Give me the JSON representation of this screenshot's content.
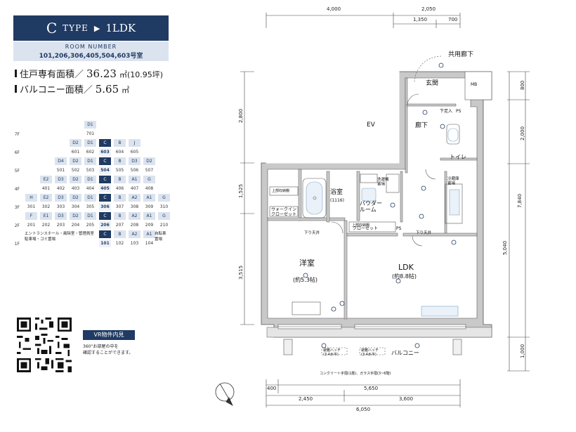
{
  "header": {
    "type_letter": "C",
    "type_word": "TYPE",
    "arrow": "▶",
    "plan_type": "1LDK",
    "room_number_label": "ROOM NUMBER",
    "room_numbers": "101,206,306,405,504,603号室"
  },
  "areas": {
    "private_label": "住戸専有面積／",
    "private_value": "36.23",
    "private_unit": "㎡(10.95坪)",
    "balcony_label": "バルコニー面積／",
    "balcony_value": "5.65",
    "balcony_unit": "㎡"
  },
  "floor_chart": {
    "floors": [
      "7F",
      "6F",
      "5F",
      "4F",
      "3F",
      "2F",
      "1F"
    ],
    "rows": [
      {
        "floor": "7F",
        "types": [
          "D1"
        ],
        "nums": [
          "701"
        ],
        "hl": [
          false
        ]
      },
      {
        "floor": "6F",
        "types": [
          "D2",
          "D1",
          "C",
          "B",
          "J"
        ],
        "nums": [
          "601",
          "602",
          "603",
          "604",
          "605"
        ],
        "hl": [
          false,
          false,
          true,
          false,
          false
        ]
      },
      {
        "floor": "5F",
        "types": [
          "D4",
          "D2",
          "D1",
          "C",
          "B",
          "D3",
          "D2"
        ],
        "nums": [
          "501",
          "502",
          "503",
          "504",
          "505",
          "506",
          "507"
        ],
        "hl": [
          false,
          false,
          false,
          true,
          false,
          false,
          false
        ]
      },
      {
        "floor": "4F",
        "types": [
          "E2",
          "D3",
          "D2",
          "D1",
          "C",
          "B",
          "A1",
          "G"
        ],
        "nums": [
          "401",
          "402",
          "403",
          "404",
          "405",
          "406",
          "407",
          "408"
        ],
        "hl": [
          false,
          false,
          false,
          false,
          true,
          false,
          false,
          false
        ]
      },
      {
        "floor": "3F",
        "types": [
          "H",
          "E2",
          "D3",
          "D2",
          "D1",
          "C",
          "B",
          "A2",
          "A1",
          "G"
        ],
        "nums": [
          "301",
          "302",
          "303",
          "304",
          "305",
          "306",
          "307",
          "308",
          "309",
          "310"
        ],
        "hl": [
          false,
          false,
          false,
          false,
          false,
          true,
          false,
          false,
          false,
          false
        ]
      },
      {
        "floor": "2F",
        "types": [
          "F",
          "E1",
          "D3",
          "D2",
          "D1",
          "C",
          "B",
          "A2",
          "A1",
          "G"
        ],
        "nums": [
          "201",
          "202",
          "203",
          "204",
          "205",
          "206",
          "207",
          "208",
          "209",
          "210"
        ],
        "hl": [
          false,
          false,
          false,
          false,
          false,
          true,
          false,
          false,
          false,
          false
        ]
      },
      {
        "floor": "1F",
        "types": [
          "C",
          "B",
          "A2",
          "A1"
        ],
        "nums": [
          "101",
          "102",
          "103",
          "104"
        ],
        "hl": [
          true,
          false,
          false,
          false
        ]
      }
    ],
    "entrance_note": "エントランスホール・風除室・管理員室\n駐車場・ゴミ置場",
    "bicycle_note": "自転車\n置場"
  },
  "vr": {
    "badge": "VR物件内見",
    "text": "360°お部屋の中を\n確認することができます。"
  },
  "plan": {
    "rooms": {
      "ev": "EV",
      "genkan": "玄関",
      "roka": "廊下",
      "kyoyo_roka": "共用廊下",
      "mb": "MB",
      "ps1": "PS",
      "ps2": "PS",
      "shitabako": "下足入",
      "toilet": "トイレ",
      "yokushitsu": "浴室",
      "yokushitsu_size": "(1116)",
      "powder": "パウダー\nルーム",
      "senmenki": "洗濯機\n置場",
      "walkin": "ウォークイン\nクローゼット",
      "closet": "クローゼット",
      "yoshitsu": "洋室",
      "yoshitsu_size": "(約5.3帖)",
      "ldk": "LDK",
      "ldk_size": "(約8.8帖)",
      "balcony": "バルコニー",
      "kaju": "冷蔵庫\n置場",
      "shitatenjo1": "下り天井",
      "shitatenjo2": "下り天井",
      "jojo_shuno1": "上部収納棚",
      "jojo_shuno2": "上部収納棚",
      "hatch1": "避難ハッチ\n(3.4水平)",
      "hatch2": "避難ハッチ\n(3.4水平)",
      "concrete_note": "コンクリート手摺(1層)、ガラス手摺(3~6階)"
    },
    "dims_top": {
      "d1": "4,000",
      "d2": "2,050",
      "d3": "1,350",
      "d4": "700"
    },
    "dims_left": {
      "d1": "2,800",
      "d2": "1,525",
      "d3": "3,515"
    },
    "dims_right": {
      "d1": "800",
      "d2": "2,000",
      "d3": "7,840",
      "d4": "5,040",
      "d5": "1,000"
    },
    "dims_bottom": {
      "d1": "400",
      "d2": "5,650",
      "d3": "2,450",
      "d4": "3,600",
      "d5": "6,050"
    }
  },
  "colors": {
    "navy": "#1f3a63",
    "light_blue": "#dbe3ee",
    "wall": "#c9c9c9",
    "fixture_blue": "#7fa7c9"
  }
}
